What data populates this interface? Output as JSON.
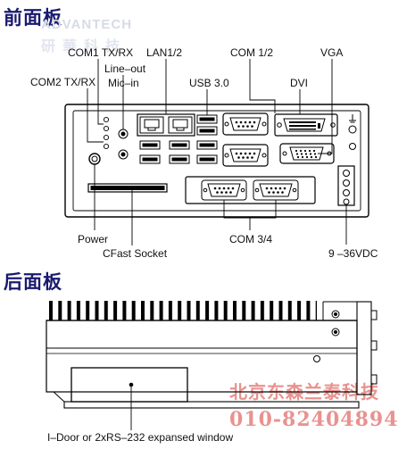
{
  "front": {
    "title": "前面板",
    "labels": {
      "com1": "COM1 TX/RX",
      "line_out": "Line–out",
      "mic_in": "Mic–in",
      "lan": "LAN1/2",
      "com12": "COM 1/2",
      "vga": "VGA",
      "com2": "COM2 TX/RX",
      "usb": "USB 3.0",
      "dvi": "DVI",
      "power": "Power",
      "cfast": "CFast Socket",
      "com34": "COM 3/4",
      "dc": "9 –36VDC"
    }
  },
  "rear": {
    "title": "后面板",
    "labels": {
      "idoor": "I–Door or 2xRS–232 expansed window"
    }
  },
  "watermark": {
    "brand": "ADVANTECH",
    "brand_cn": "研華科技",
    "company": "北京东森兰泰科技",
    "phone": "010-82404894"
  }
}
